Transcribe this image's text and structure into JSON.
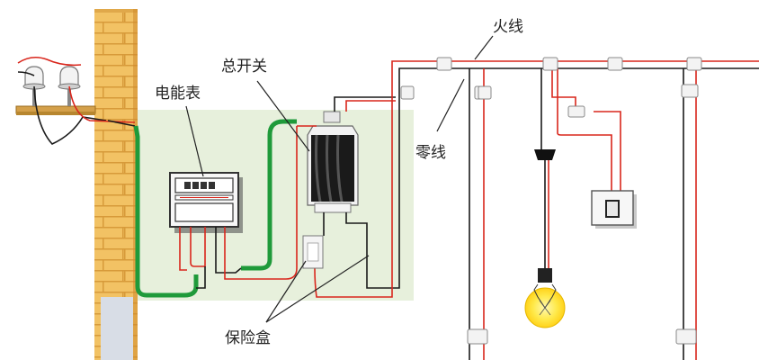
{
  "diagram": {
    "labels": {
      "meter": "电能表",
      "main_switch": "总开关",
      "live_wire": "火线",
      "neutral_wire": "零线",
      "fuse_box": "保险盒"
    },
    "colors": {
      "live_wire": "#d9261c",
      "neutral_wire": "#1a1a1a",
      "ground_wire": "#1f9a3a",
      "brick_wall": "#f2c264",
      "panel_background": "#e7f0dc",
      "bulb_glow": "#ffe94a",
      "wall_trim": "#d8dde6"
    }
  }
}
